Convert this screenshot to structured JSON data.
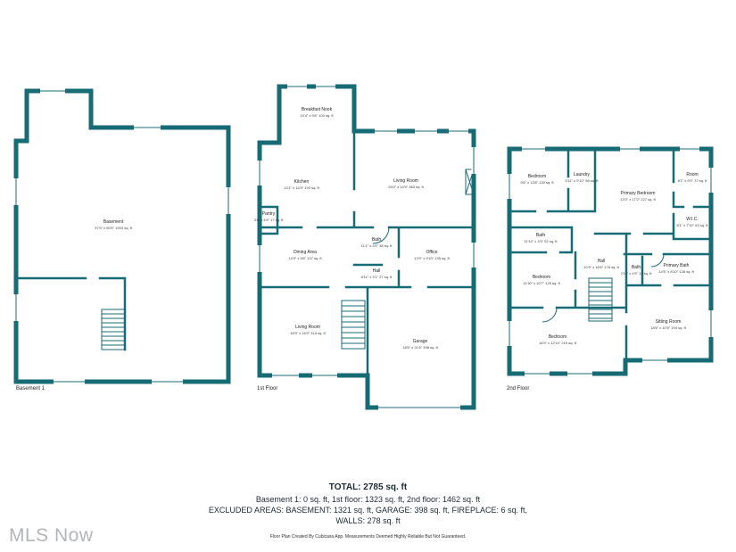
{
  "colors": {
    "wall": "#176b74",
    "watermark": "#b3b6b9"
  },
  "floors": {
    "basement": {
      "caption": "Basement 1"
    },
    "first": {
      "caption": "1st Floor"
    },
    "second": {
      "caption": "2nd Floor"
    }
  },
  "rooms": {
    "basement": {
      "name": "Basement",
      "dims": "37'9\" x 50'5\" 1903 sq. ft"
    },
    "breakfast_nook": {
      "name": "Breakfast Nook",
      "dims": "10'4\" x 9'8\" 100 sq. ft"
    },
    "kitchen": {
      "name": "Kitchen",
      "dims": "13'1\" x 14'9\" 192 sq. ft"
    },
    "living_room_1": {
      "name": "Living Room",
      "dims": "26'0\" x 14'9\" 383 sq. ft"
    },
    "pantry": {
      "name": "Pantry",
      "dims": "3'8\" x 4'6\" 17 sq. ft"
    },
    "dining_area": {
      "name": "Dining Area",
      "dims": "14'9\" x 9'8\" 137 sq. ft"
    },
    "bath_1st": {
      "name": "Bath",
      "dims": "11'1\" x 3'5\" 38 sq. ft"
    },
    "hall_1st": {
      "name": "Hall",
      "dims": "8'11\" x 3'1\" 27 sq. ft"
    },
    "office": {
      "name": "Office",
      "dims": "13'9\" x 9'10\" 135 sq. ft"
    },
    "living_room_2": {
      "name": "Living Room",
      "dims": "18'9\" x 16'9\" 314 sq. ft"
    },
    "garage": {
      "name": "Garage",
      "dims": "18'6\" x 21'6\" 398 sq. ft"
    },
    "bedroom_tl": {
      "name": "Bedroom",
      "dims": "9'6\" x 13'8\" 130 sq. ft"
    },
    "laundry": {
      "name": "Laundry",
      "dims": "5'11\" x 9'10\" 58 sq. ft"
    },
    "room": {
      "name": "Room",
      "dims": "8'1\" x 9'0\" 72 sq. ft"
    },
    "primary_bedroom": {
      "name": "Primary Bedroom",
      "dims": "13'3\" x 17'2\" 227 sq. ft"
    },
    "wic": {
      "name": "W.I.C.",
      "dims": "8'1\" x 7'10\" 63 sq. ft"
    },
    "bath_2nd_a": {
      "name": "Bath",
      "dims": "11'10\" x 4'5\" 52 sq. ft"
    },
    "bedroom_mid": {
      "name": "Bedroom",
      "dims": "11'10\" x 10'7\" 125 sq. ft"
    },
    "hall_2nd": {
      "name": "Hall",
      "dims": "10'9\" x 16'6\" 178 sq. ft"
    },
    "bath_small": {
      "name": "Bath",
      "dims": "2'11\" x 4'9\" 12 sq. ft"
    },
    "primary_bath": {
      "name": "Primary Bath",
      "dims": "14'5\" x 8'10\" 128 sq. ft"
    },
    "sitting_room": {
      "name": "Sitting Room",
      "dims": "18'6\" x 10'5\" 194 sq. ft"
    },
    "bedroom_bottom": {
      "name": "Bedroom",
      "dims": "16'9\" x 12'10\" 215 sq. ft"
    }
  },
  "summary": {
    "total": "TOTAL: 2785 sq. ft",
    "floors_line": "Basement 1: 0 sq. ft, 1st floor: 1323 sq. ft, 2nd floor: 1462 sq. ft",
    "excluded_line": "EXCLUDED AREAS: BASEMENT: 1321 sq. ft, GARAGE: 398 sq. ft, FIREPLACE: 6 sq. ft,",
    "walls_line": "WALLS: 278 sq. ft",
    "disclaimer": "Floor Plan Created By Cubicasa App. Measurements Deemed Highly Reliable But Not Guaranteed."
  },
  "watermark": "MLS Now"
}
